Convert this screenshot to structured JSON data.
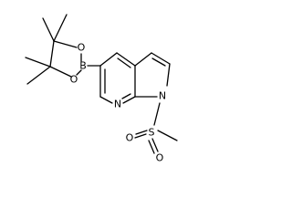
{
  "molecule": {
    "atoms": {
      "boron": "B",
      "oxygen_upper": "O",
      "oxygen_lower": "O",
      "pyridine_nitrogen": "N",
      "pyrrole_nitrogen": "N",
      "sulfur": "S",
      "sulfonyl_oxygen_a": "O",
      "sulfonyl_oxygen_b": "O"
    }
  }
}
